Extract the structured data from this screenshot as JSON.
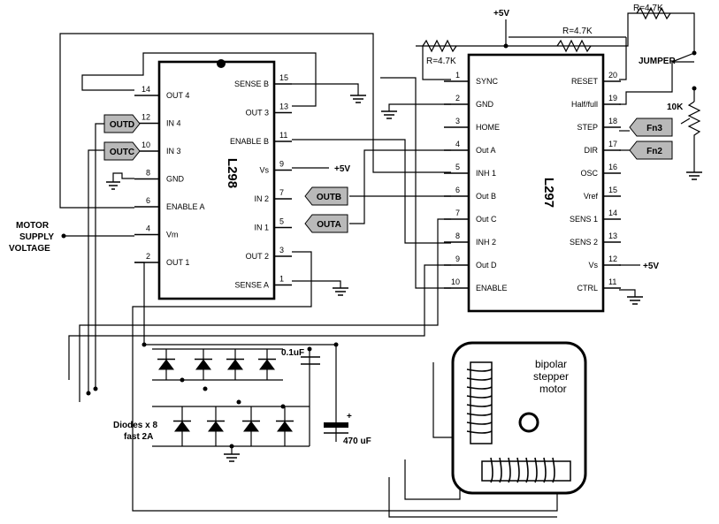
{
  "l298": {
    "title": "L298",
    "left_pins": [
      {
        "num": "14",
        "label": "OUT 4"
      },
      {
        "num": "12",
        "label": "IN 4"
      },
      {
        "num": "10",
        "label": "IN 3"
      },
      {
        "num": "8",
        "label": "GND"
      },
      {
        "num": "6",
        "label": "ENABLE A"
      },
      {
        "num": "4",
        "label": "Vm"
      },
      {
        "num": "2",
        "label": "OUT 1"
      }
    ],
    "right_pins": [
      {
        "num": "15",
        "label": "SENSE B"
      },
      {
        "num": "13",
        "label": "OUT 3"
      },
      {
        "num": "11",
        "label": "ENABLE B"
      },
      {
        "num": "9",
        "label": "Vs"
      },
      {
        "num": "7",
        "label": "IN 2"
      },
      {
        "num": "5",
        "label": "IN 1"
      },
      {
        "num": "3",
        "label": "OUT 2"
      },
      {
        "num": "1",
        "label": "SENSE A"
      }
    ]
  },
  "l297": {
    "title": "L297",
    "left_pins": [
      {
        "num": "1",
        "label": "SYNC"
      },
      {
        "num": "2",
        "label": "GND"
      },
      {
        "num": "3",
        "label": "HOME"
      },
      {
        "num": "4",
        "label": "Out A"
      },
      {
        "num": "5",
        "label": "INH 1"
      },
      {
        "num": "6",
        "label": "Out B"
      },
      {
        "num": "7",
        "label": "Out C"
      },
      {
        "num": "8",
        "label": "INH 2"
      },
      {
        "num": "9",
        "label": "Out D"
      },
      {
        "num": "10",
        "label": "ENABLE"
      }
    ],
    "right_pins": [
      {
        "num": "20",
        "label": "RESET"
      },
      {
        "num": "19",
        "label": "Half/full"
      },
      {
        "num": "18",
        "label": "STEP"
      },
      {
        "num": "17",
        "label": "DIR"
      },
      {
        "num": "16",
        "label": "OSC"
      },
      {
        "num": "15",
        "label": "Vref"
      },
      {
        "num": "14",
        "label": "SENS 1"
      },
      {
        "num": "13",
        "label": "SENS 2"
      },
      {
        "num": "12",
        "label": "Vs"
      },
      {
        "num": "11",
        "label": "CTRL"
      }
    ]
  },
  "tags": {
    "outd": "OUTD",
    "outc": "OUTC",
    "outb": "OUTB",
    "outa": "OUTA",
    "fn3": "Fn3",
    "fn2": "Fn2"
  },
  "labels": {
    "plus5v_top": "+5V",
    "plus5v_l298": "+5V",
    "plus5v_l297": "+5V",
    "r1": "R=4.7K",
    "r2": "R=4.7K",
    "r3": "R=4.7K",
    "jumper": "JUMPER",
    "pot": "10K",
    "motor_supply_1": "MOTOR",
    "motor_supply_2": "SUPPLY",
    "motor_supply_3": "VOLTAGE",
    "cap_small": "0.1uF",
    "cap_large": "470 uF",
    "cap_plus": "+",
    "diodes_1": "Diodes x 8",
    "diodes_2": "fast 2A",
    "motor_1": "bipolar",
    "motor_2": "stepper",
    "motor_3": "motor"
  }
}
